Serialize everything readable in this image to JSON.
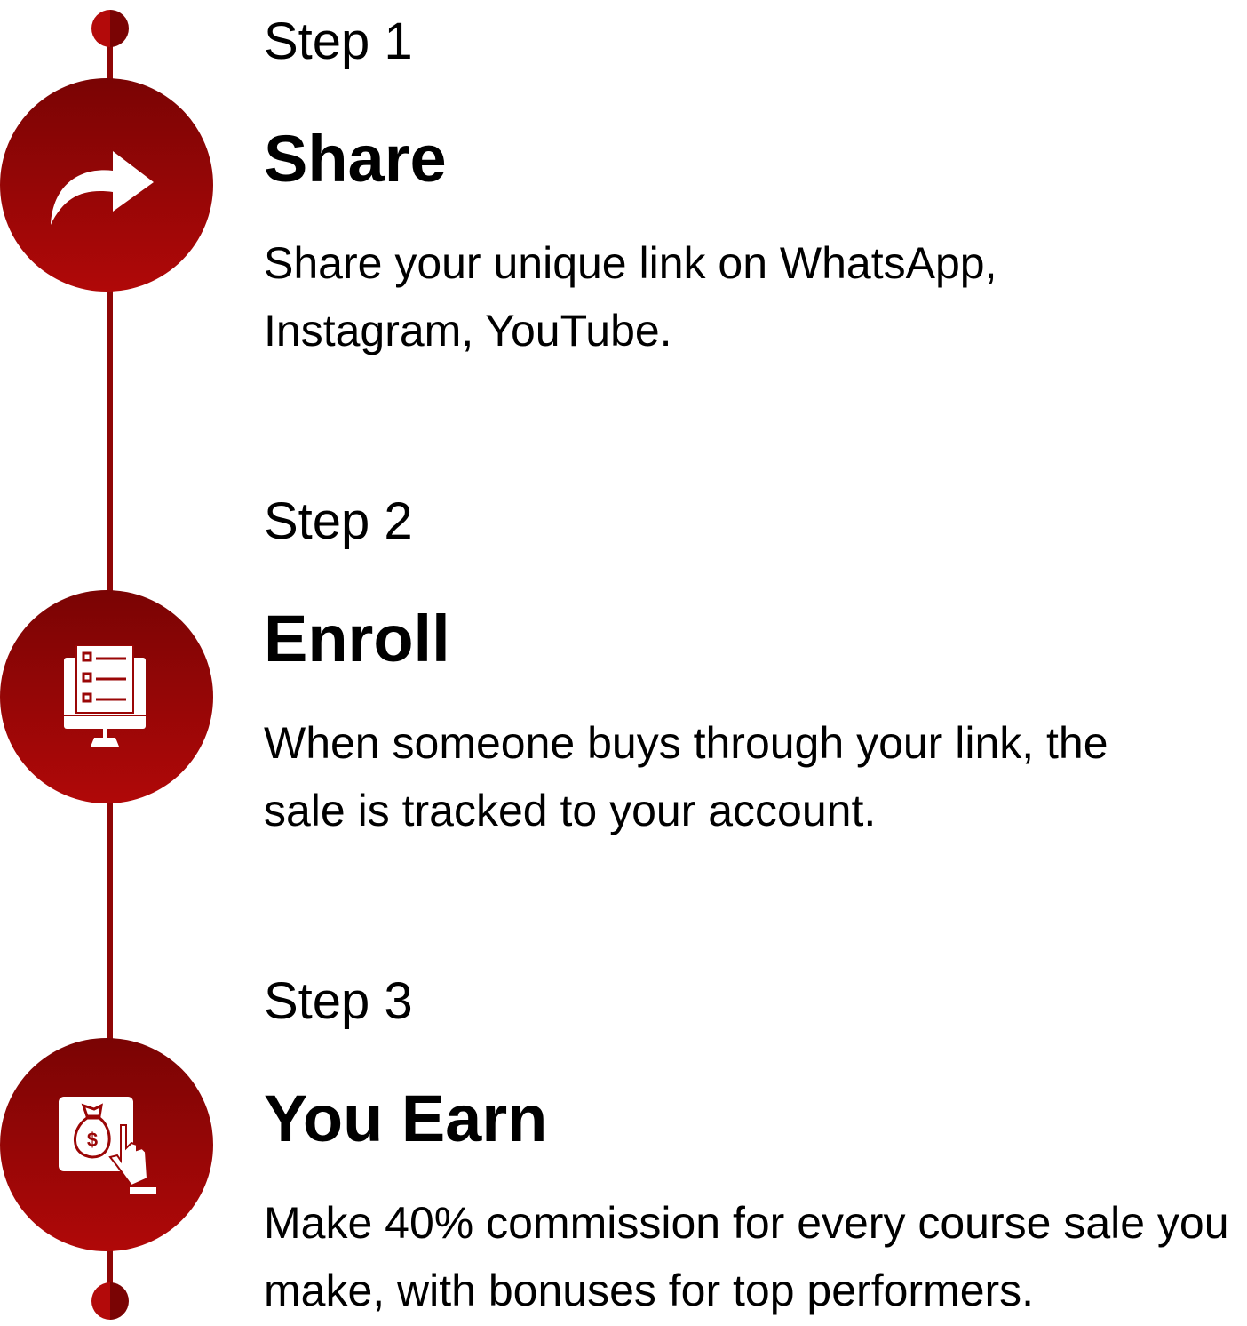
{
  "accent": "#9a0606",
  "steps": [
    {
      "label": "Step 1",
      "title": "Share",
      "description": "Share your unique link on WhatsApp, Instagram, YouTube.",
      "icon": "share-arrow-icon"
    },
    {
      "label": "Step 2",
      "title": "Enroll",
      "description": "When someone buys through your link, the sale is tracked to your account.",
      "icon": "monitor-checklist-icon"
    },
    {
      "label": "Step 3",
      "title": "You Earn",
      "description": "Make 40% commission for every course sale you make, with bonuses for top performers.",
      "icon": "money-bag-click-icon"
    }
  ]
}
